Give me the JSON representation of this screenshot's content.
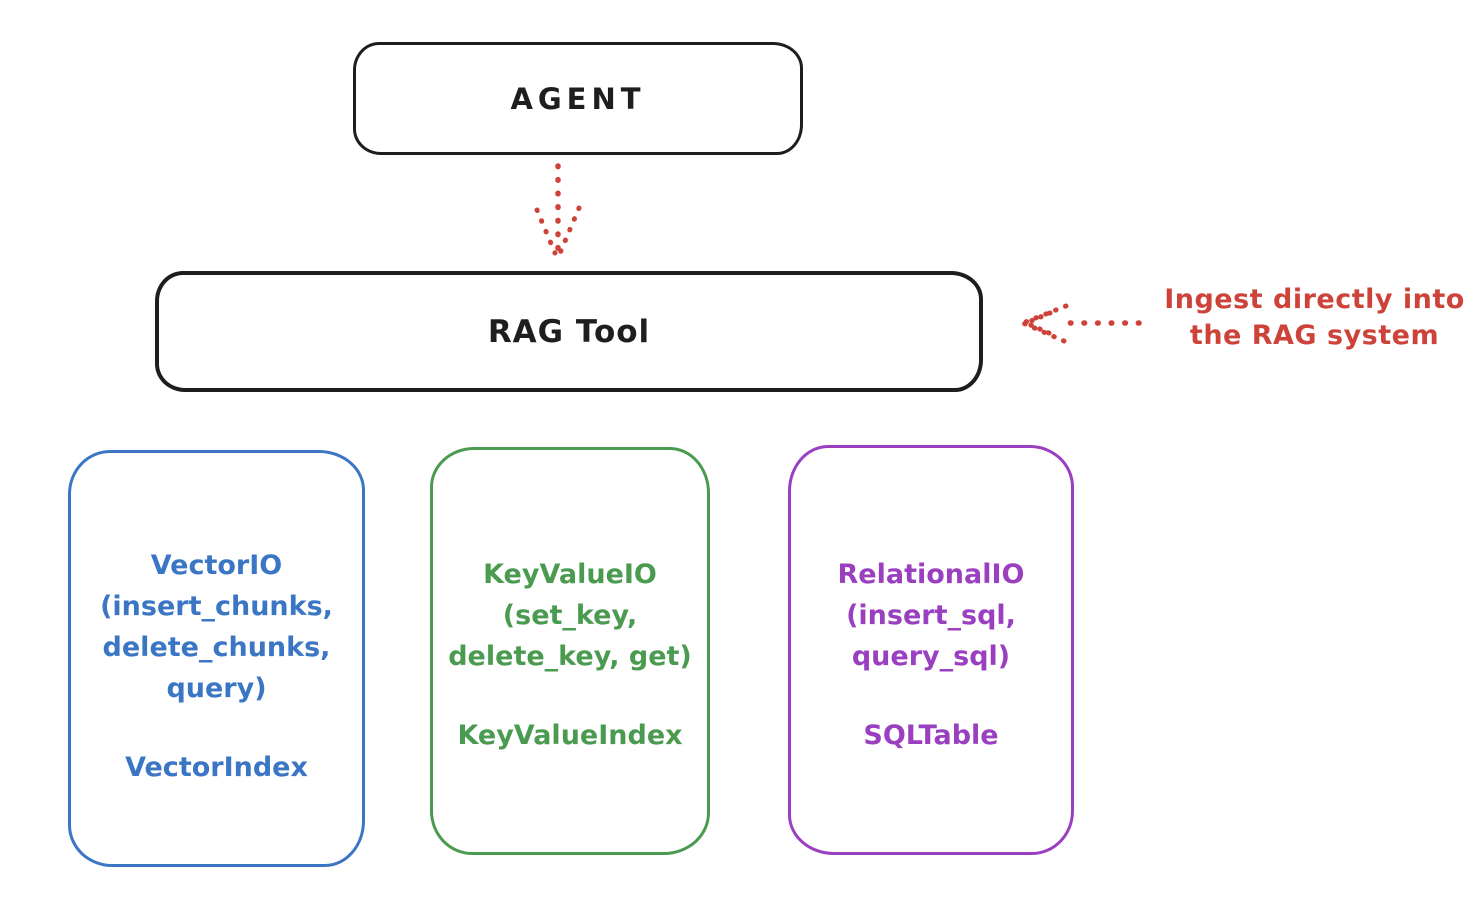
{
  "agent": {
    "label": "AGENT"
  },
  "rag_tool": {
    "label": "RAG Tool"
  },
  "annotation": {
    "line1": "Ingest directly into",
    "line2": "the RAG system"
  },
  "backends": [
    {
      "id": "vector",
      "color": "#3b76c5",
      "lines": [
        "VectorIO",
        "(insert_chunks,",
        "delete_chunks,",
        "query)"
      ],
      "index_label": "VectorIndex"
    },
    {
      "id": "keyvalue",
      "color": "#4a9b50",
      "lines": [
        "KeyValueIO",
        "(set_key,",
        "delete_key, get)"
      ],
      "index_label": "KeyValueIndex"
    },
    {
      "id": "relational",
      "color": "#9a3fc0",
      "lines": [
        "RelationalIO",
        "(insert_sql,",
        "query_sql)"
      ],
      "index_label": "SQLTable"
    }
  ],
  "colors": {
    "box_stroke": "#1e1e1e",
    "arrow_red": "#cd433a",
    "vector_blue": "#3b76c5",
    "keyvalue_green": "#4a9b50",
    "relational_purple": "#9a3fc0",
    "background": "#ffffff"
  }
}
